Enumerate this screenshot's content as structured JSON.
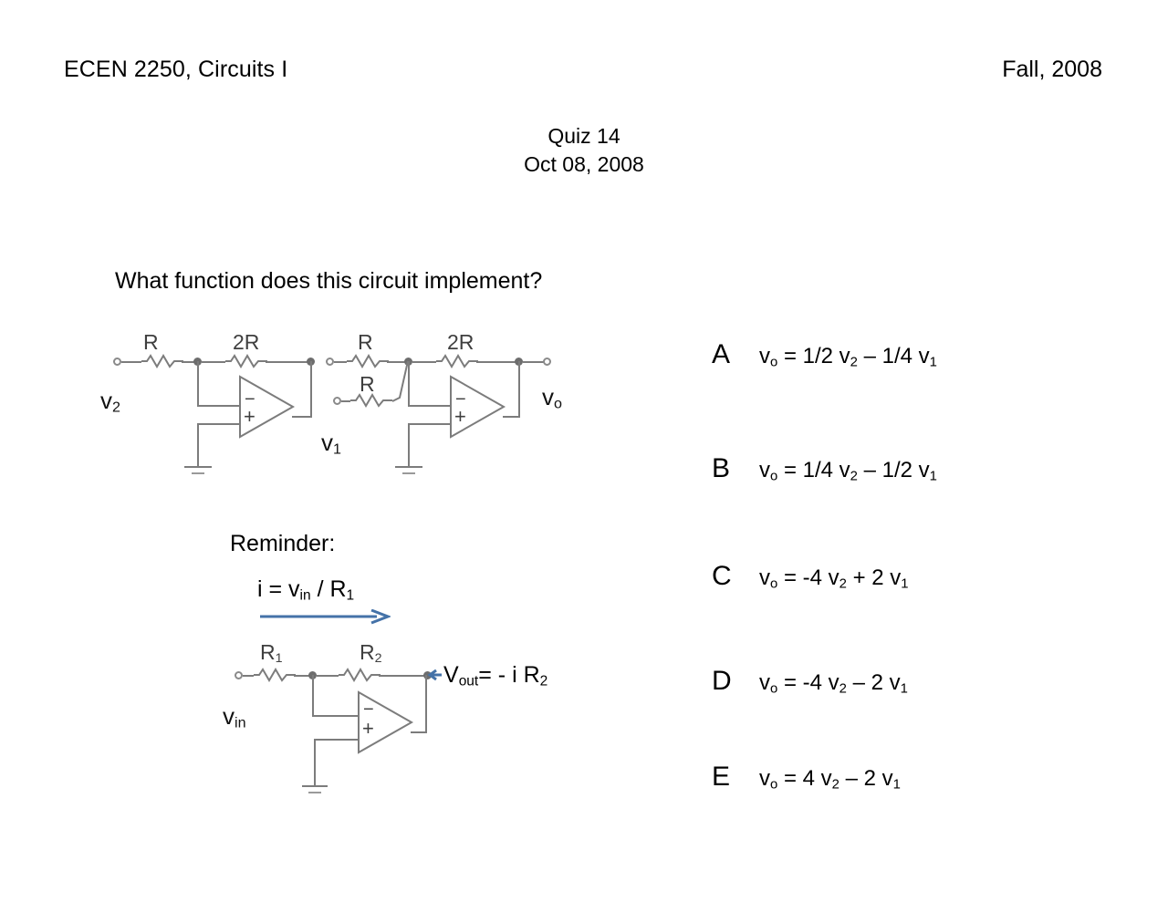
{
  "header": {
    "course": "ECEN 2250, Circuits I",
    "term": "Fall, 2008",
    "quiz_title": "Quiz 14",
    "quiz_date": "Oct 08, 2008"
  },
  "question": {
    "prompt": "What function does this circuit implement?"
  },
  "main_circuit": {
    "resistors": [
      {
        "label": "R"
      },
      {
        "label": "2R"
      },
      {
        "label": "R"
      },
      {
        "label": "2R"
      },
      {
        "label": "R"
      }
    ],
    "node_labels": {
      "input_v2": "v2",
      "mid_v1": "v1",
      "output_vo": "vo"
    },
    "opamp_terminals": {
      "inverting": "−",
      "noninverting": "+"
    }
  },
  "reminder": {
    "title": "Reminder:",
    "current_equation": "i = vin / R1",
    "resistor_1": "R1",
    "resistor_2": "R2",
    "input_label": "vin",
    "output_equation": "Vout= - i R2",
    "arrow_color": "#4472a8",
    "opamp_terminals": {
      "inverting": "−",
      "noninverting": "+"
    }
  },
  "answers": [
    {
      "letter": "A",
      "equation": "vo = 1/2 v2 – 1/4 v1"
    },
    {
      "letter": "B",
      "equation": "vo = 1/4 v2 – 1/2 v1"
    },
    {
      "letter": "C",
      "equation": "vo = -4 v2 + 2 v1"
    },
    {
      "letter": "D",
      "equation": "vo = -4 v2 – 2 v1"
    },
    {
      "letter": "E",
      "equation": "vo = 4 v2 – 2 v1"
    }
  ],
  "colors": {
    "text": "#000000",
    "wire": "#7c7c7c",
    "accent_arrow": "#4472a8"
  }
}
